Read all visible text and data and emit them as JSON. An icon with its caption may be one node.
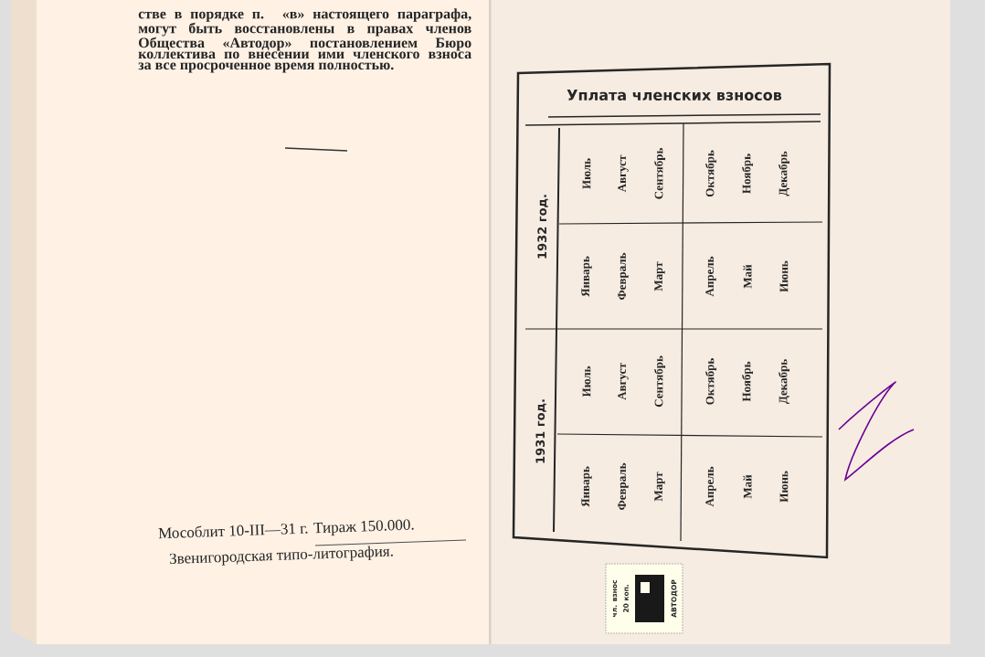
{
  "diagram": {
    "labels": [
      "стве в порядке п. «в» настоящего параграфа, могут быть восстановлены в правах членов Общества «Автодор» постановлением Бюро коллектива по внесении ими членского взноса за все просроченное время полностью.",
      "Мособлит 10-III—31 г. Тираж 150.000.",
      "Звенигородская типо-литография.",
      "Уплата членских взносов",
      "1932 год.",
      "Июль",
      "Август",
      "Сентябрь",
      "Октябрь",
      "Ноябрь",
      "Декабрь",
      "Январь",
      "Февраль",
      "Март",
      "Апрель",
      "Май",
      "Июнь",
      "1931 год.",
      "Июль",
      "Август",
      "Сентябрь",
      "Октябрь",
      "Ноябрь",
      "Декабрь",
      "Январь",
      "Февраль",
      "Март",
      "Апрель",
      "Май",
      "Июнь",
      "чл. взнос",
      "20 коп.",
      "АВТОДОР"
    ]
  }
}
